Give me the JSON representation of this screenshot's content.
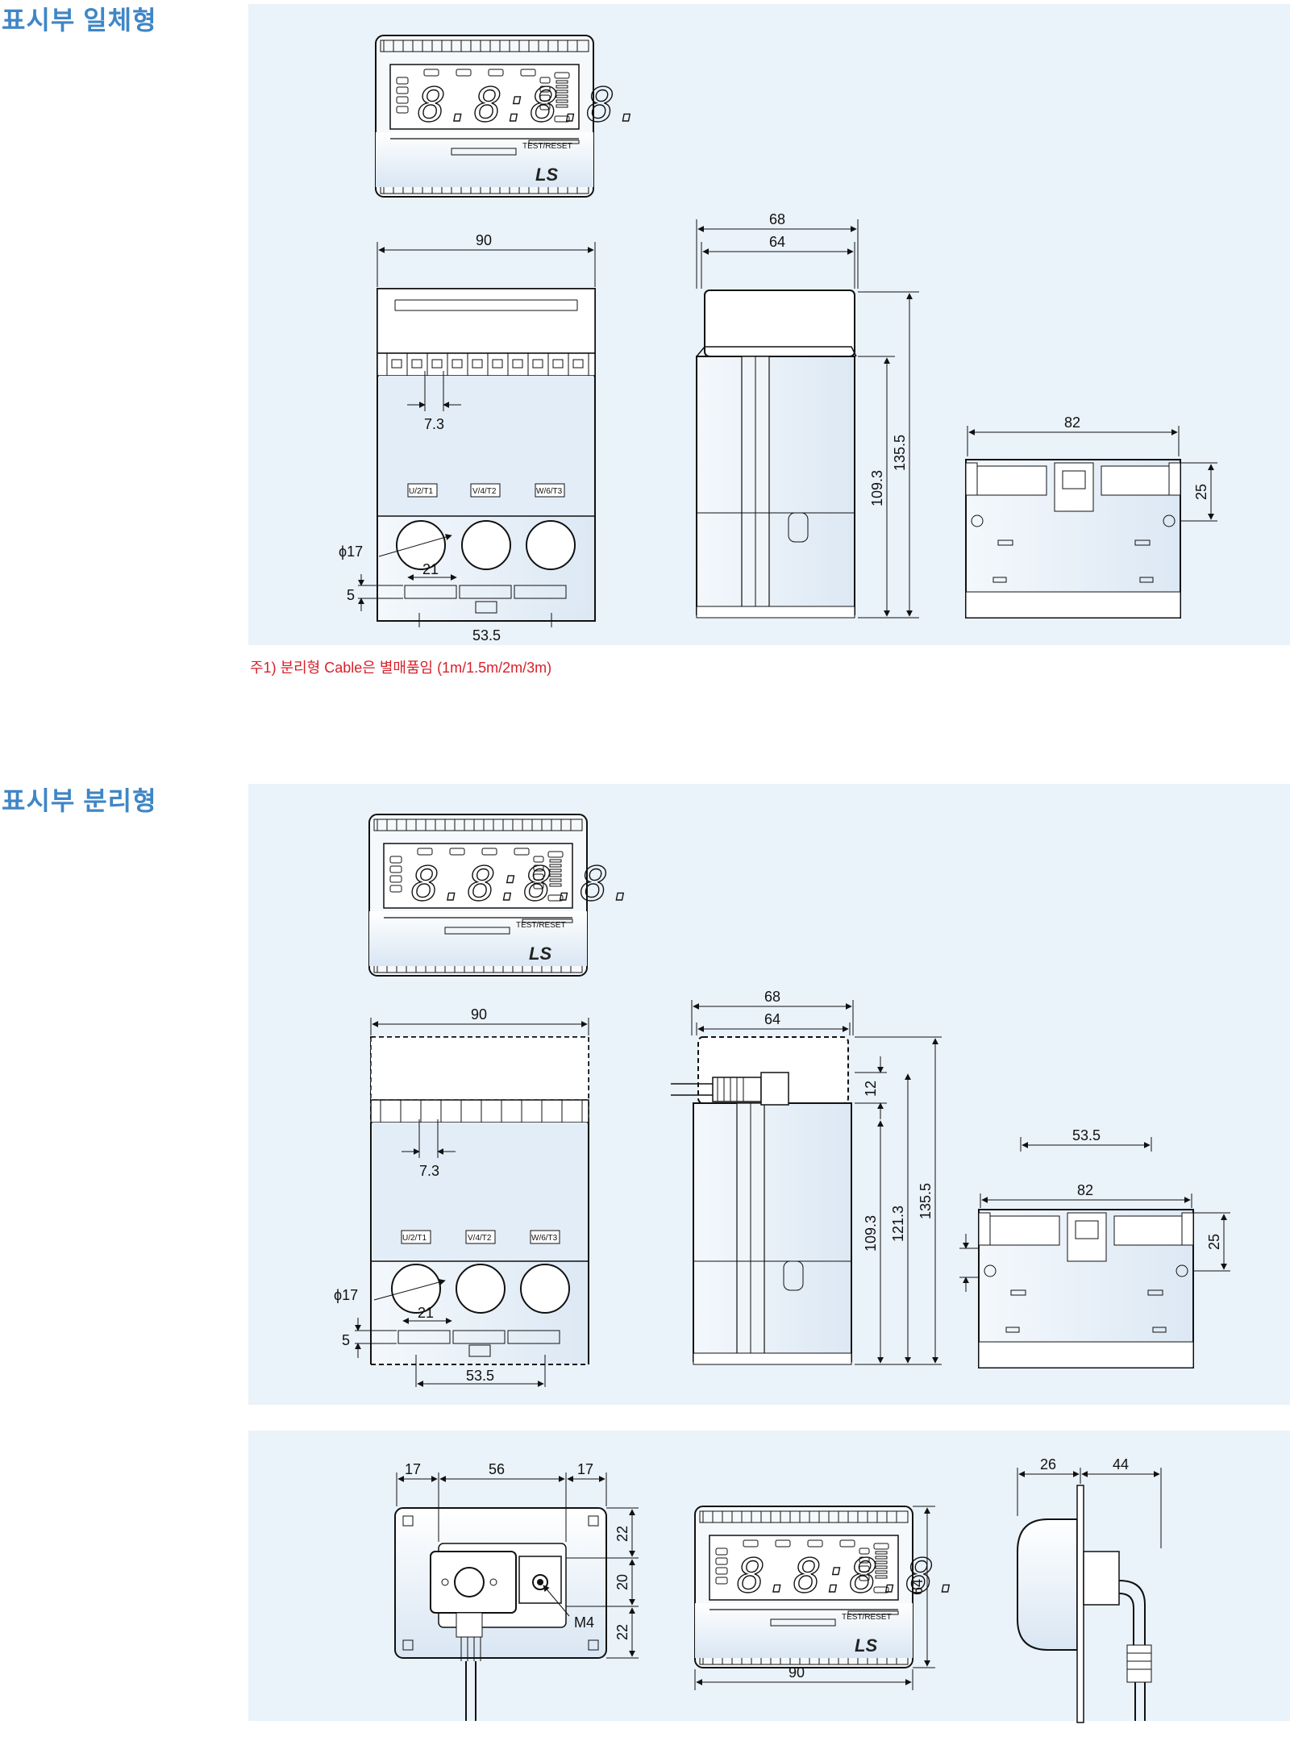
{
  "sections": {
    "integrated": {
      "title": "표시부 일체형"
    },
    "separated": {
      "title": "표시부 분리형"
    }
  },
  "note": "주1) 분리형 Cable은 별매품임 (1m/1.5m/2m/3m)",
  "device": {
    "digits": "8.8:8.8.",
    "test_reset": "TEST/RESET",
    "logo": "LS",
    "terminals": [
      "U/2/T1",
      "V/4/T2",
      "W/6/T3"
    ]
  },
  "dimensions": {
    "s1_front": {
      "width": "90",
      "pitch": "7.3",
      "hole": "ϕ17",
      "hole_pitch": "21",
      "gap": "5",
      "bottom": "53.5"
    },
    "s1_side": {
      "depth_outer": "68",
      "depth_inner": "64",
      "h_inner": "109.3",
      "h_outer": "135.5"
    },
    "s1_bottom": {
      "width": "82",
      "height": "25"
    },
    "s2_front": {
      "width": "90",
      "pitch": "7.3",
      "hole": "ϕ17",
      "hole_pitch": "21",
      "gap": "5",
      "bottom": "53.5"
    },
    "s2_side": {
      "depth_outer": "68",
      "depth_inner": "64",
      "connector": "12",
      "h_inner": "109.3",
      "h_mid": "121.3",
      "h_outer": "135.5"
    },
    "s2_bottom": {
      "top": "53.5",
      "width": "82",
      "height": "25"
    },
    "panel_cut": {
      "left": "17",
      "mid": "56",
      "right": "17",
      "top": "22",
      "center": "20",
      "bottom": "22",
      "screw": "M4"
    },
    "display_unit": {
      "height": "64",
      "width": "90"
    },
    "display_side": {
      "flange": "26",
      "depth": "44"
    }
  }
}
